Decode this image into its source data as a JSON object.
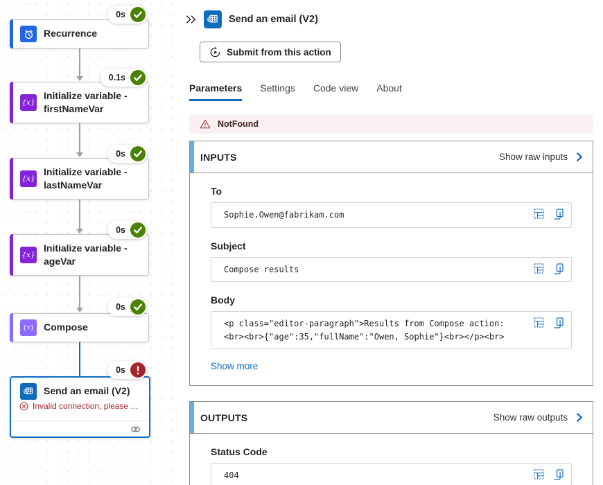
{
  "canvas": {
    "nodes": [
      {
        "title": "Recurrence",
        "duration": "0s",
        "status": "success",
        "accent_color": "#2266e3"
      },
      {
        "title": "Initialize variable - firstNameVar",
        "duration": "0.1s",
        "status": "success",
        "accent_color": "#8324d8",
        "icon_glyph": "{x}"
      },
      {
        "title": "Initialize variable - lastNameVar",
        "duration": "0s",
        "status": "success",
        "accent_color": "#8324d8",
        "icon_glyph": "{x}"
      },
      {
        "title": "Initialize variable - ageVar",
        "duration": "0s",
        "status": "success",
        "accent_color": "#8324d8",
        "icon_glyph": "{x}"
      },
      {
        "title": "Compose",
        "duration": "0s",
        "status": "success",
        "accent_color": "#8c6cff",
        "icon_glyph": "{▿}"
      },
      {
        "title": "Send an email (V2)",
        "duration": "0s",
        "status": "error",
        "accent_color": "#0f6cbd",
        "error_text": "Invalid connection, please ..."
      }
    ]
  },
  "panel": {
    "header": {
      "title": "Send an email (V2)",
      "submit_button_label": "Submit from this action"
    },
    "tabs": [
      {
        "label": "Parameters"
      },
      {
        "label": "Settings"
      },
      {
        "label": "Code view"
      },
      {
        "label": "About"
      }
    ],
    "active_tab": "Parameters",
    "error_banner": {
      "text": "NotFound"
    },
    "inputs_section": {
      "title": "INPUTS",
      "link_label": "Show raw inputs",
      "fields": [
        {
          "label": "To",
          "value": "Sophie.Owen@fabrikam.com"
        },
        {
          "label": "Subject",
          "value": "Compose results"
        },
        {
          "label": "Body",
          "value": "<p class=\"editor-paragraph\">Results from Compose action: <br><br>{\"age\":35,\"fullName\":\"Owen, Sophie\"}<br></p><br>"
        }
      ],
      "show_more_label": "Show more"
    },
    "outputs_section": {
      "title": "OUTPUTS",
      "link_label": "Show raw outputs",
      "fields": [
        {
          "label": "Status Code",
          "value": "404"
        }
      ]
    }
  },
  "colors": {
    "success_green": "#498205",
    "error_red": "#a4262c",
    "link_blue": "#0f6cbd",
    "accent_stripe": "#6cabdd"
  }
}
